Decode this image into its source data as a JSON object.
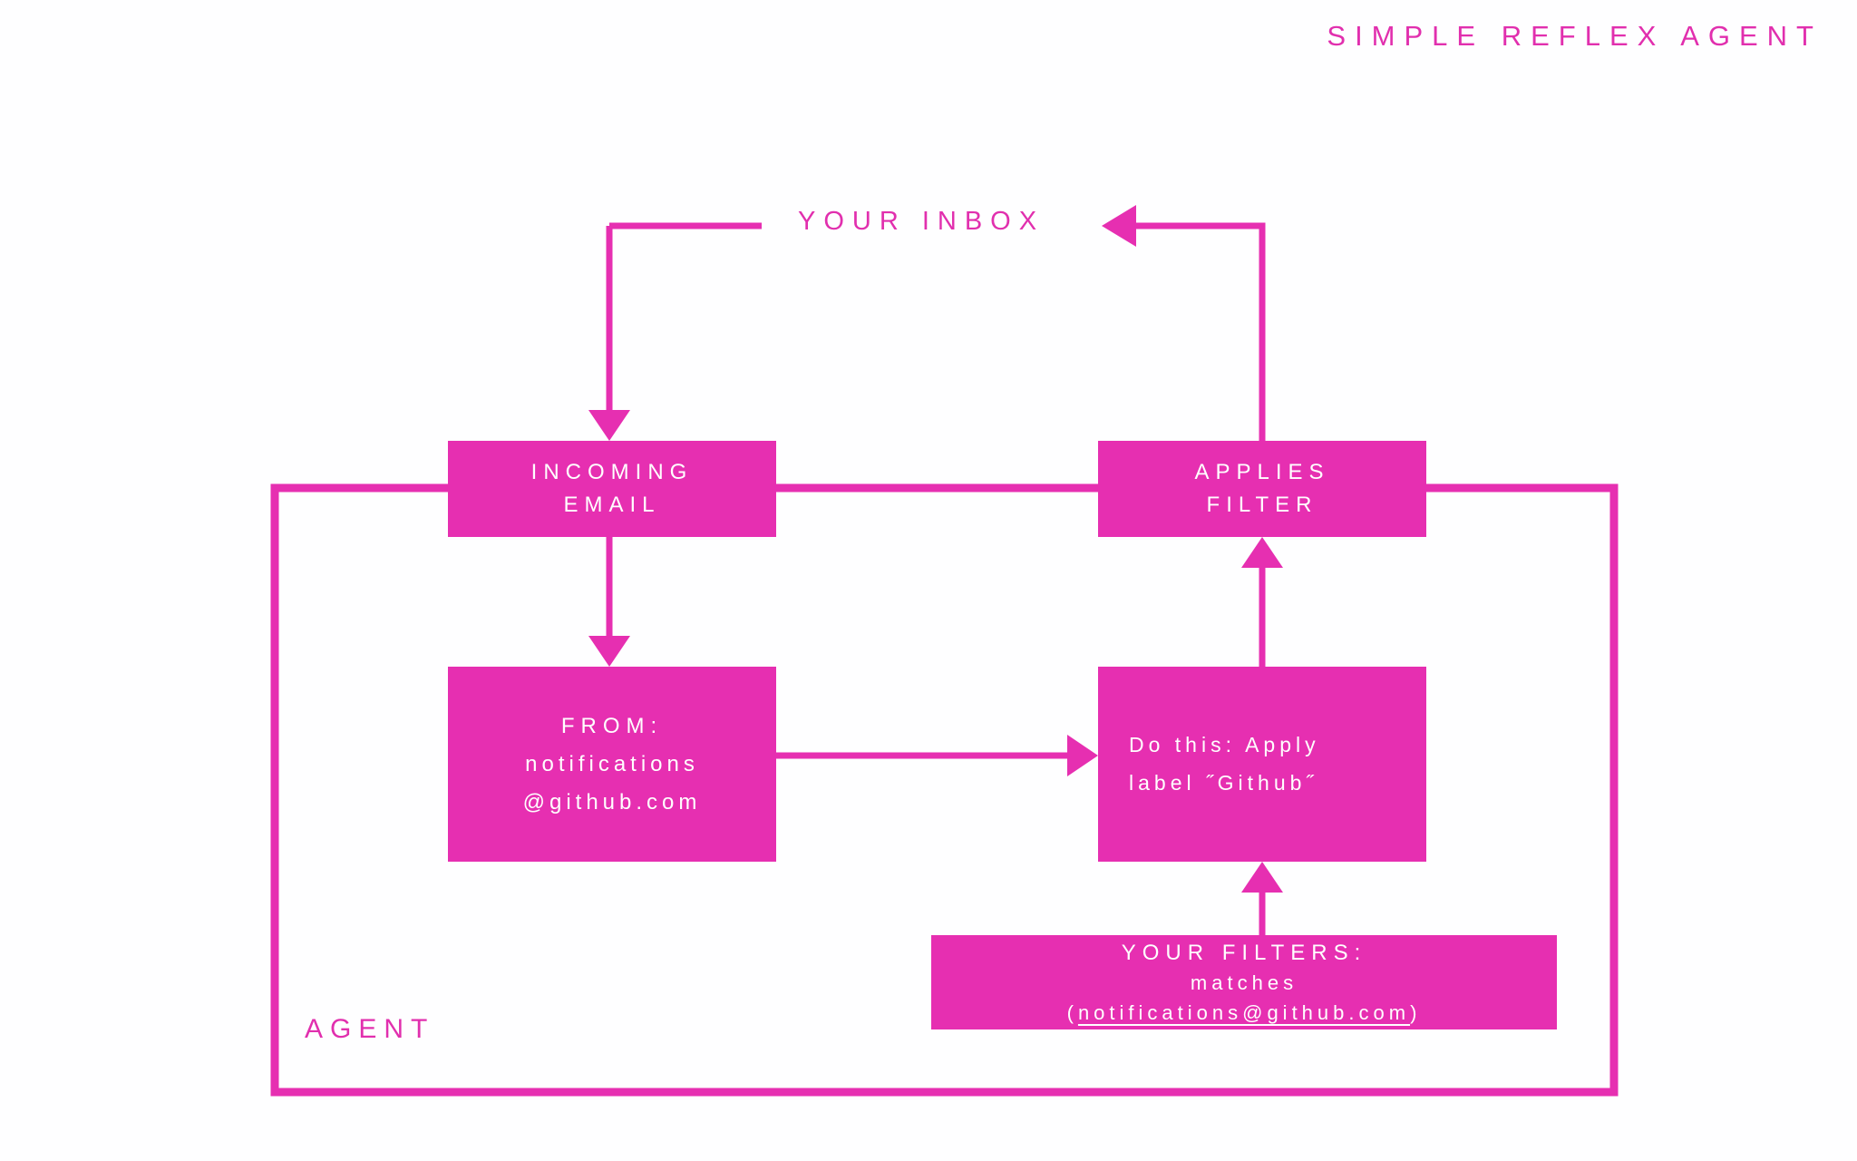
{
  "title": "SIMPLE REFLEX AGENT",
  "colors": {
    "accent": "#e62fb1",
    "accent_text": "#e12fae",
    "box_fill": "#e62fb1",
    "box_text": "#ffffff",
    "background": "#fefeff"
  },
  "labels": {
    "inbox": "YOUR INBOX",
    "agent": "AGENT"
  },
  "nodes": {
    "incoming_email": {
      "line1": "INCOMING",
      "line2": "EMAIL"
    },
    "applies_filter": {
      "line1": "APPLIES",
      "line2": "FILTER"
    },
    "from": {
      "line1": "FROM:",
      "line2": "notifications",
      "line3": "@github.com"
    },
    "do_this": {
      "line1": "Do this: Apply",
      "line2": "label ˝Github˝"
    },
    "your_filters": {
      "line1": "YOUR FILTERS:",
      "line2": "matches",
      "line3_open": "(",
      "line3_email": "notifications@github.com",
      "line3_close": ")"
    }
  },
  "connectors": [
    {
      "name": "inbox-to-incoming-email",
      "direction": "down"
    },
    {
      "name": "applies-filter-to-inbox",
      "direction": "left"
    },
    {
      "name": "incoming-email-to-from",
      "direction": "down"
    },
    {
      "name": "from-to-do-this",
      "direction": "right"
    },
    {
      "name": "do-this-to-applies-filter",
      "direction": "up"
    },
    {
      "name": "your-filters-to-do-this",
      "direction": "up"
    },
    {
      "name": "incoming-email-to-applies-filter",
      "direction": "right"
    },
    {
      "name": "agent-boundary",
      "direction": "none"
    }
  ]
}
